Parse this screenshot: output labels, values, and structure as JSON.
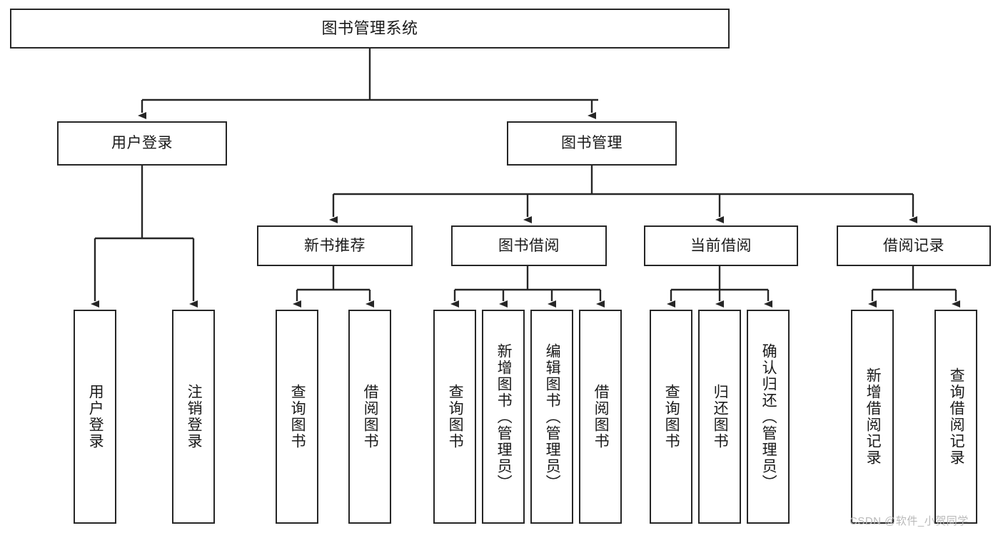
{
  "diagram": {
    "type": "tree",
    "title": "图书管理系统",
    "orientation": "top-down",
    "colors": {
      "box_border": "#262626",
      "box_fill": "#ffffff",
      "connector": "#262626",
      "text": "#1a1a1a",
      "watermark": "#b9b9b9",
      "background": "#ffffff"
    }
  },
  "root": {
    "label": "图书管理系统"
  },
  "level1": [
    {
      "label": "用户登录"
    },
    {
      "label": "图书管理"
    }
  ],
  "level2": [
    {
      "label": "新书推荐"
    },
    {
      "label": "图书借阅"
    },
    {
      "label": "当前借阅"
    },
    {
      "label": "借阅记录"
    }
  ],
  "leaves": {
    "user_login": [
      {
        "label": "用户登录"
      },
      {
        "label": "注销登录"
      }
    ],
    "new_book_recommend": [
      {
        "label": "查询图书"
      },
      {
        "label": "借阅图书"
      }
    ],
    "book_borrow": [
      {
        "label": "查询图书"
      },
      {
        "label": "新增图书（管理员）"
      },
      {
        "label": "编辑图书（管理员）"
      },
      {
        "label": "借阅图书"
      }
    ],
    "current_borrow": [
      {
        "label": "查询图书"
      },
      {
        "label": "归还图书"
      },
      {
        "label": "确认归还（管理员）"
      }
    ],
    "borrow_record": [
      {
        "label": "新增借阅记录"
      },
      {
        "label": "查询借阅记录"
      }
    ]
  },
  "watermark": {
    "text": "CSDN @软件_小贺同学"
  }
}
